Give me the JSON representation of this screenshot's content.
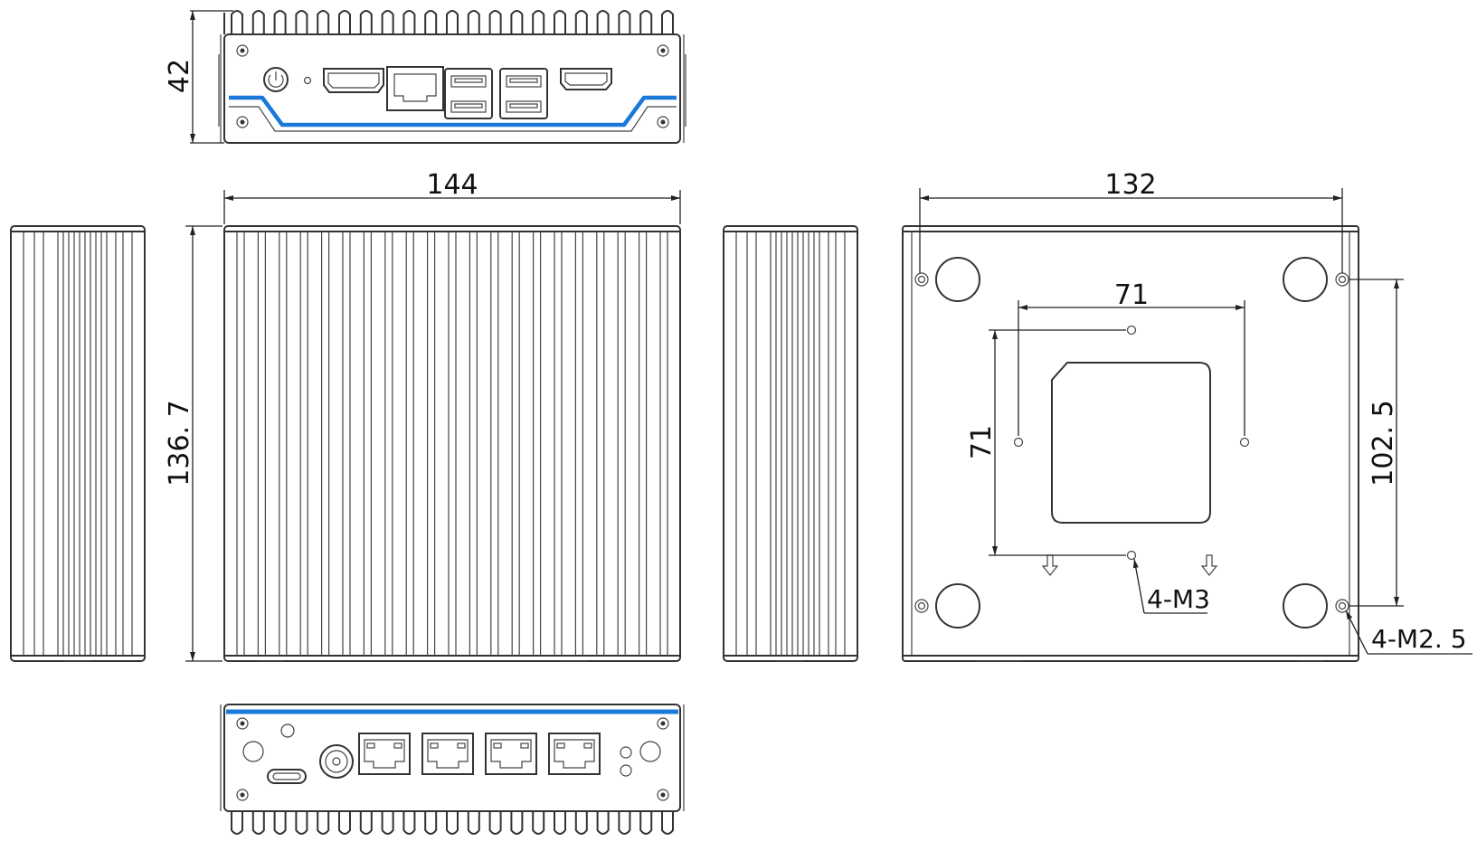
{
  "dimensions": {
    "front_height": "42",
    "top_width": "144",
    "top_depth": "136. 7",
    "bottom_width": "132",
    "vesa_horizontal": "71",
    "vesa_vertical": "71",
    "mount_hole_spacing": "102. 5"
  },
  "callouts": {
    "vesa_screws": "4-M3",
    "mount_screws": "4-M2. 5"
  },
  "colors": {
    "accent": "#1a78d8",
    "line": "#333333"
  }
}
